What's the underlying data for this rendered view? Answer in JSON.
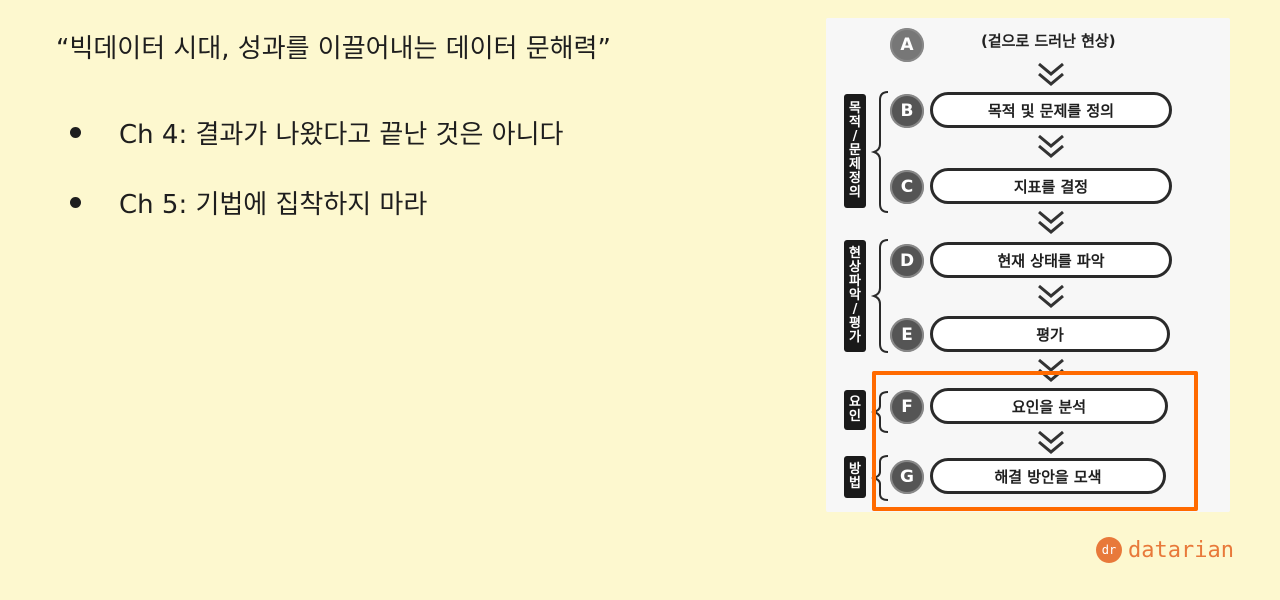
{
  "slide": {
    "title": "“빅데이터 시대, 성과를 이끌어내는 데이터 문해력”",
    "bullets": [
      "Ch 4: 결과가 나왔다고 끝난 것은 아니다",
      "Ch 5: 기법에 집착하지 마라"
    ]
  },
  "flowchart": {
    "top_text": "(겉으로 드러난 현상)",
    "steps": [
      {
        "letter": "A",
        "label": ""
      },
      {
        "letter": "B",
        "label": "목적 및 문제를 정의"
      },
      {
        "letter": "C",
        "label": "지표를 결정"
      },
      {
        "letter": "D",
        "label": "현재 상태를 파악"
      },
      {
        "letter": "E",
        "label": "평가"
      },
      {
        "letter": "F",
        "label": "요인을 분석"
      },
      {
        "letter": "G",
        "label": "해결 방안을 모색"
      }
    ],
    "side_labels": [
      "목적/문제정의",
      "현상파악/평가",
      "요인",
      "방법"
    ],
    "highlight_color": "#ff6a00"
  },
  "brand": {
    "mark": "dr",
    "name": "datarian",
    "color": "#e8793a"
  },
  "colors": {
    "background": "#fdf8cf"
  }
}
